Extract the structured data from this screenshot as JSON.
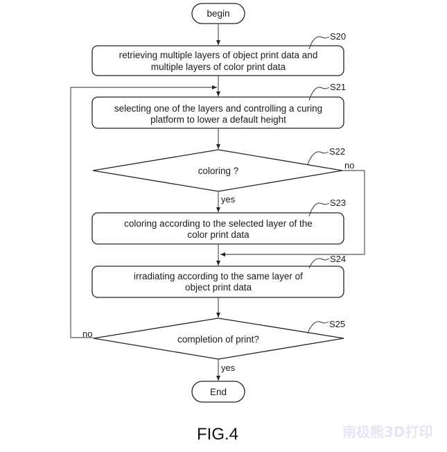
{
  "flowchart": {
    "begin": "begin",
    "end": "End",
    "steps": [
      {
        "id": "S20",
        "lines": [
          "retrieving multiple layers of object print data and",
          "multiple layers of color print data"
        ]
      },
      {
        "id": "S21",
        "lines": [
          "selecting one of the layers and controlling a curing",
          "platform to lower a default height"
        ]
      },
      {
        "id": "S22",
        "lines": [
          "coloring ?"
        ]
      },
      {
        "id": "S23",
        "lines": [
          "coloring according to the selected layer of the",
          "color print data"
        ]
      },
      {
        "id": "S24",
        "lines": [
          "irradiating according to the same layer of",
          "object print data"
        ]
      },
      {
        "id": "S25",
        "lines": [
          "completion of print?"
        ]
      }
    ],
    "edge_labels": {
      "s22_no": "no",
      "s22_yes": "yes",
      "s25_no": "no",
      "s25_yes": "yes"
    }
  },
  "caption": "FIG.4",
  "watermark": "南极熊3D打印"
}
